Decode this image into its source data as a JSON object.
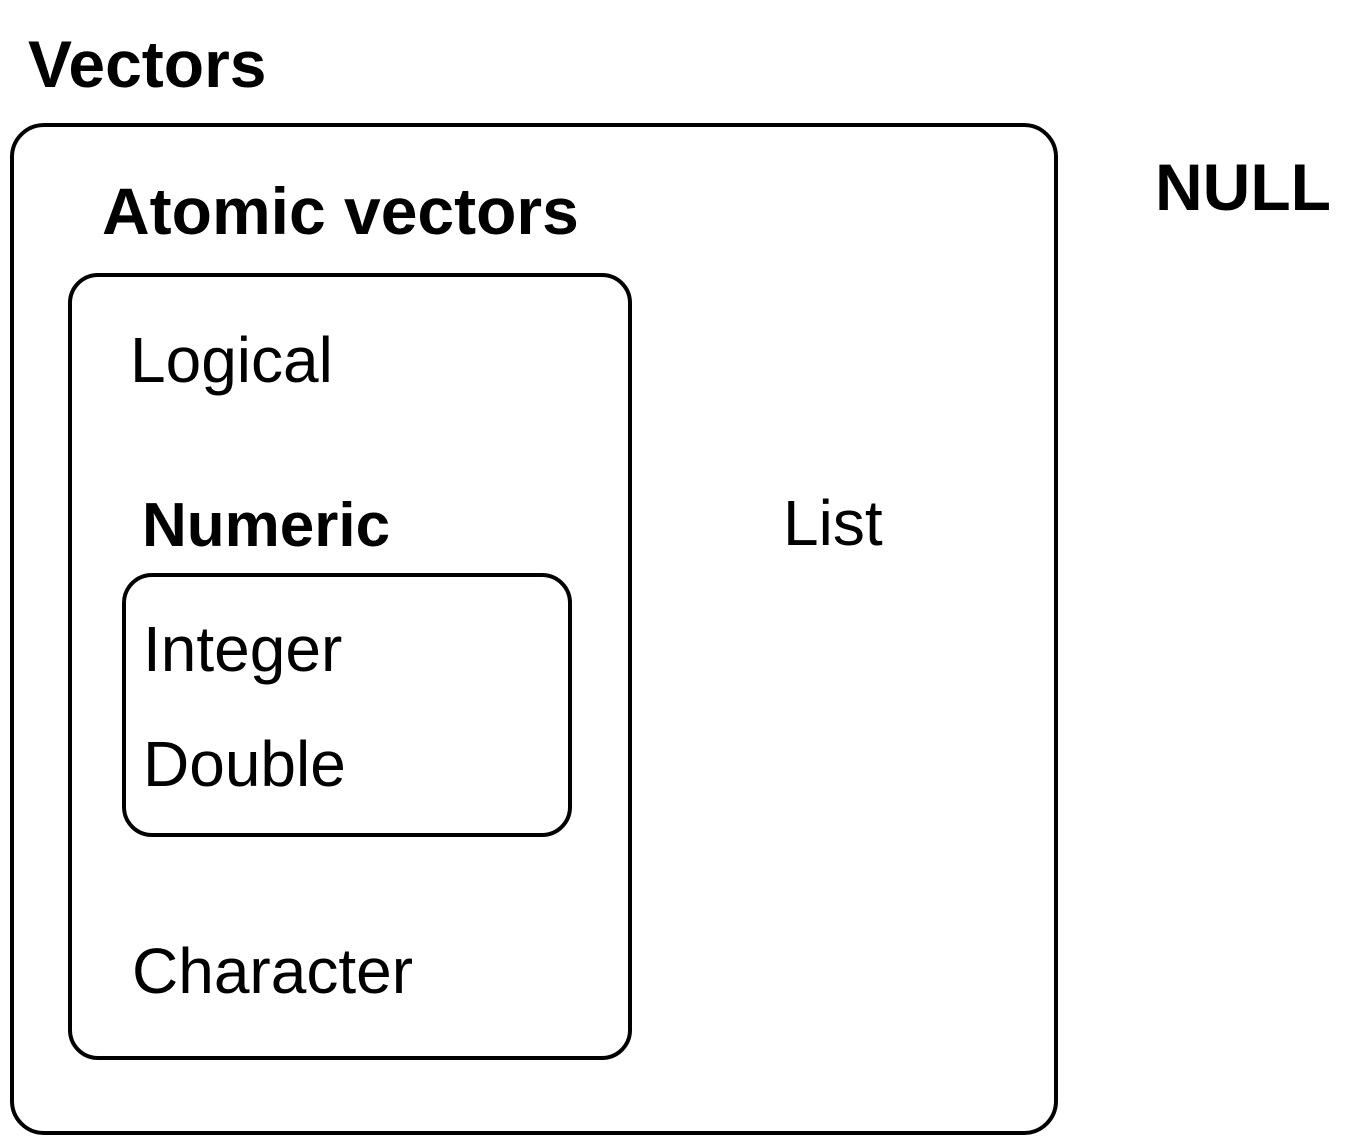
{
  "diagram": {
    "title": "Vectors",
    "outside_label": "NULL",
    "vectors_box": {
      "atomic_label": "Atomic vectors",
      "list_label": "List",
      "atomic_box": {
        "logical_label": "Logical",
        "numeric_label": "Numeric",
        "character_label": "Character",
        "numeric_box": {
          "integer_label": "Integer",
          "double_label": "Double"
        }
      }
    },
    "colors": {
      "background": "#ffffff",
      "border": "#000000",
      "text": "#000000"
    }
  }
}
